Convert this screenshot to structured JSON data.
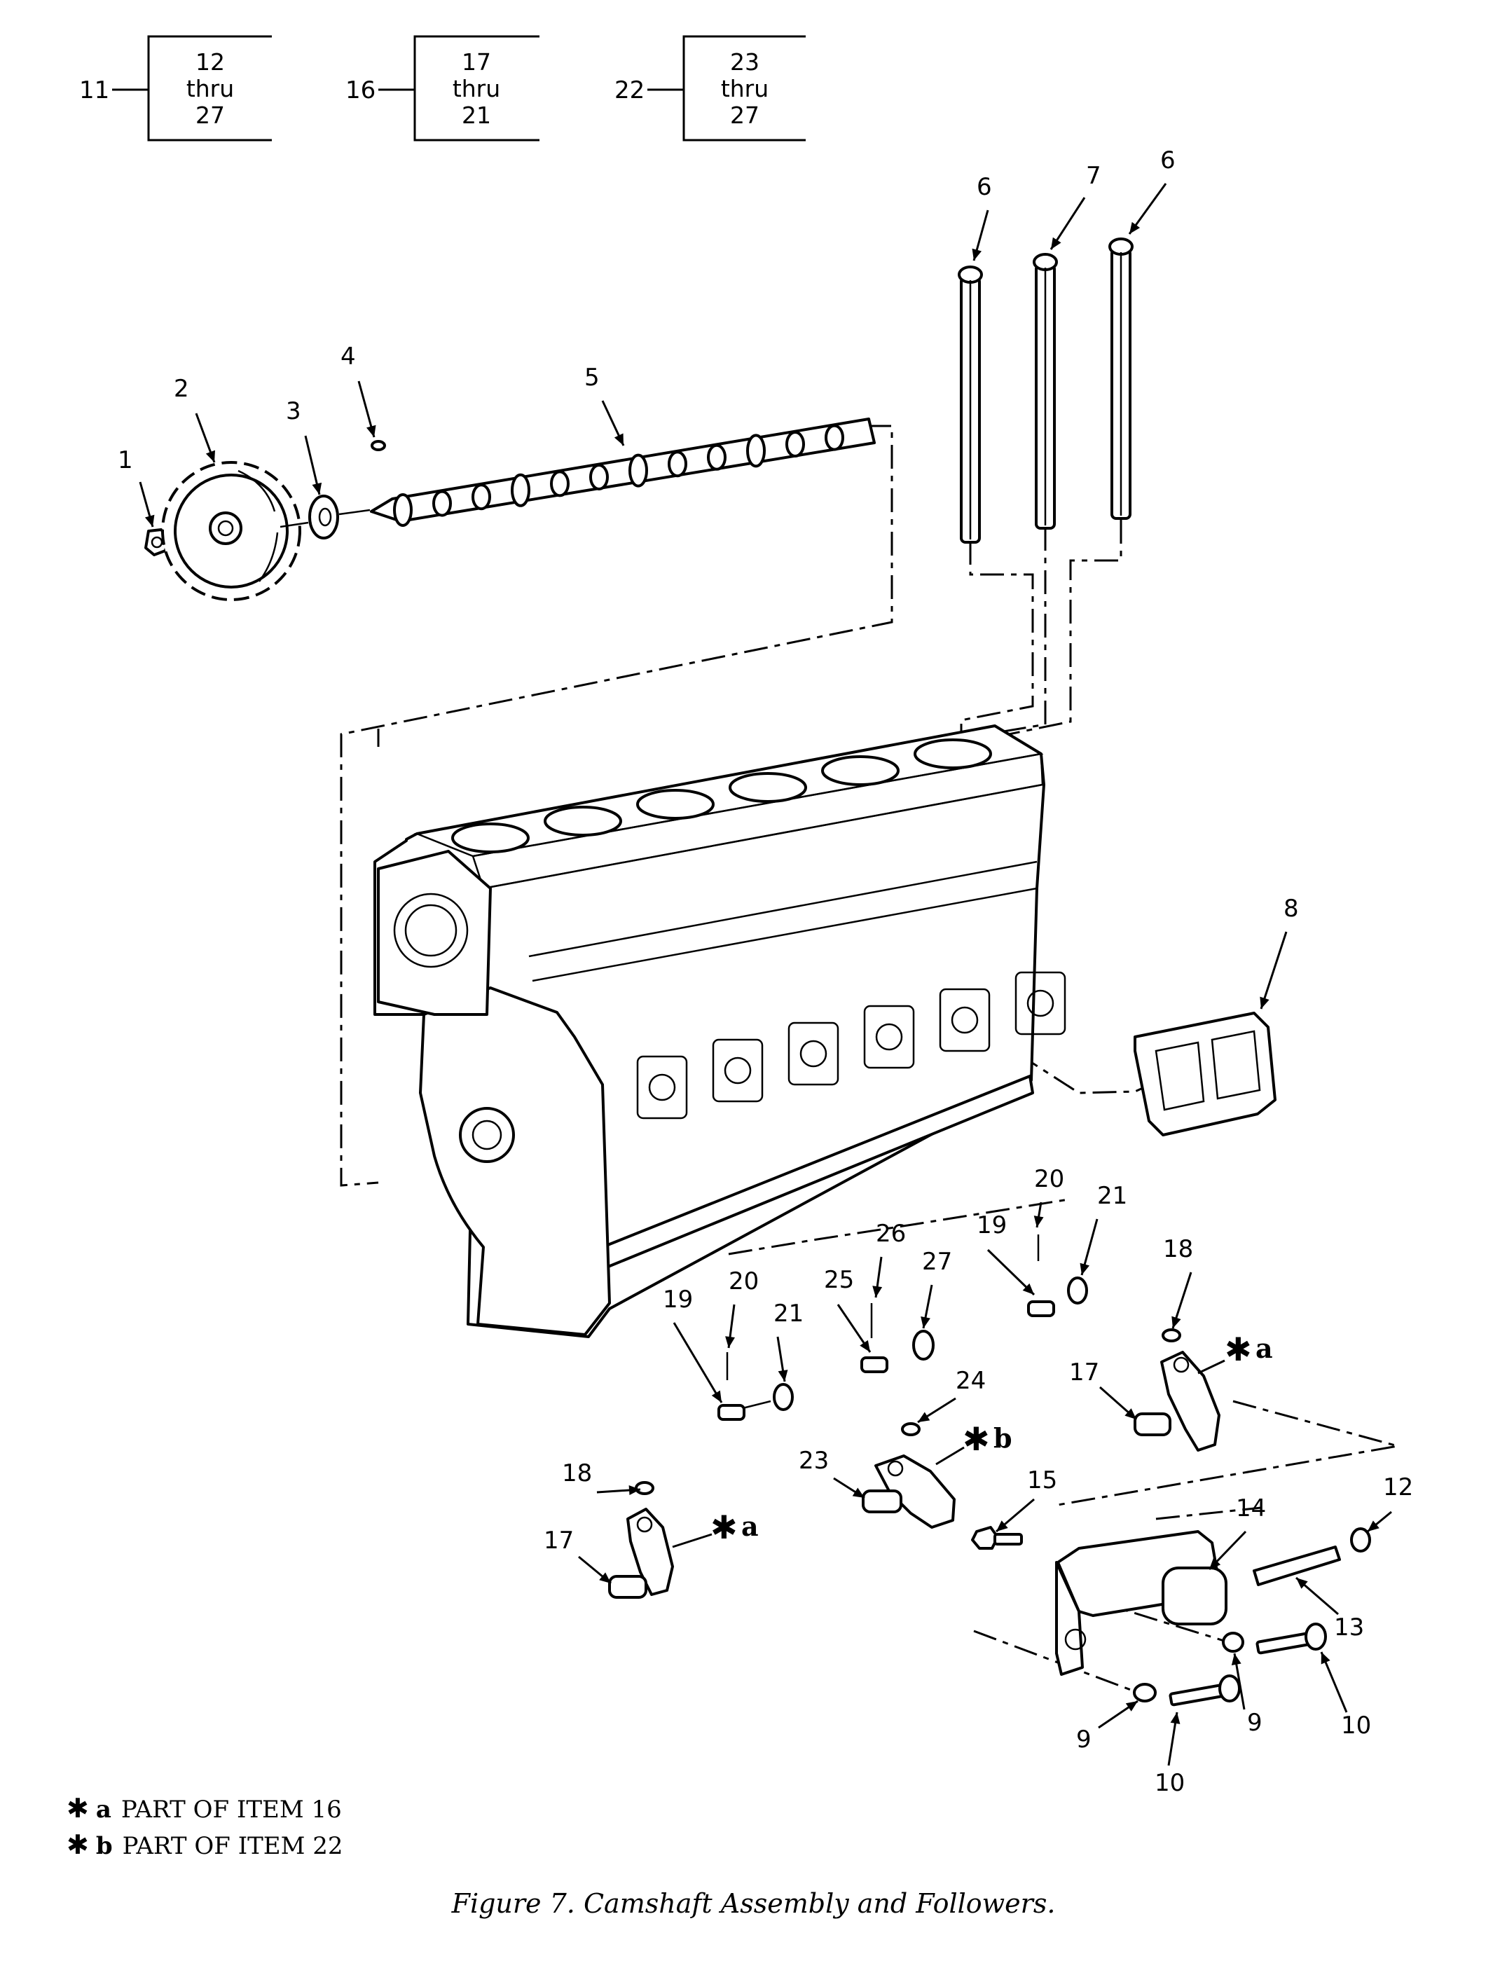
{
  "callout_boxes": [
    {
      "ref": "11",
      "line1": "12",
      "line2": "thru",
      "line3": "27"
    },
    {
      "ref": "16",
      "line1": "17",
      "line2": "thru",
      "line3": "21"
    },
    {
      "ref": "22",
      "line1": "23",
      "line2": "thru",
      "line3": "27"
    }
  ],
  "callouts": [
    "1",
    "2",
    "3",
    "4",
    "5",
    "6",
    "7",
    "6",
    "8",
    "20",
    "21",
    "26",
    "19",
    "25",
    "27",
    "20",
    "19",
    "21",
    "18",
    "17",
    "24",
    "23",
    "18",
    "17",
    "15",
    "14",
    "12",
    "13",
    "9",
    "9",
    "10",
    "10"
  ],
  "asterisk_tags": {
    "symbol": "✱",
    "a": "a",
    "b": "b"
  },
  "legend": [
    {
      "symbol": "✱",
      "letter": "a",
      "text": "PART OF ITEM 16"
    },
    {
      "symbol": "✱",
      "letter": "b",
      "text": "PART OF ITEM 22"
    }
  ],
  "caption": "Figure 7. Camshaft Assembly and Followers."
}
